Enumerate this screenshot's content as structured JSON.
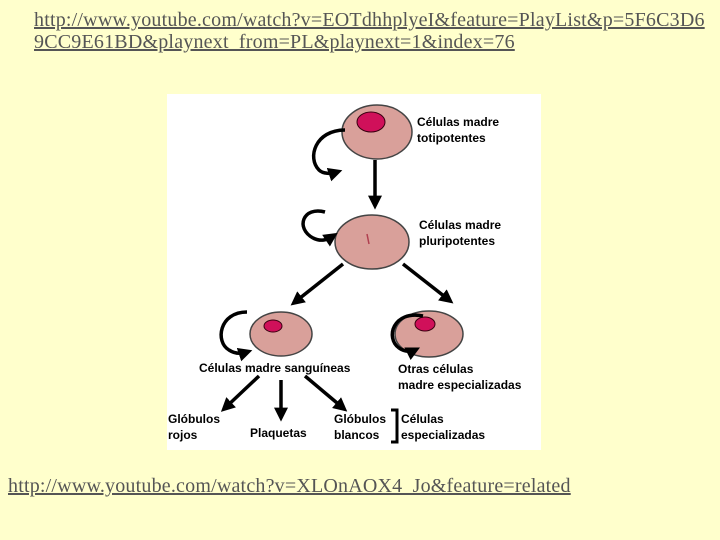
{
  "links": {
    "top": "http://www.youtube.com/watch?v=EOTdhhplyeI&feature=PlayList&p=5F6C3D69CC9E61BD&playnext_from=PL&playnext=1&index=76",
    "bottom": "http://www.youtube.com/watch?v=XLOnAOX4_Jo&feature=related"
  },
  "diagram": {
    "totipotent": [
      "Células madre",
      "totipotentes"
    ],
    "pluripotent": [
      "Células madre",
      "pluripotentes"
    ],
    "blood": "Células madre sanguíneas",
    "other": [
      "Otras células",
      "madre especializadas"
    ],
    "red": [
      "Glóbulos",
      "rojos"
    ],
    "platelets": "Plaquetas",
    "white": [
      "Glóbulos",
      "blancos"
    ],
    "specialized": [
      "Células",
      "especializadas"
    ]
  },
  "colors": {
    "background": "#ffffcc",
    "cell": "#d9a09a",
    "nucleus": "#d0105a",
    "link": "#555555"
  }
}
